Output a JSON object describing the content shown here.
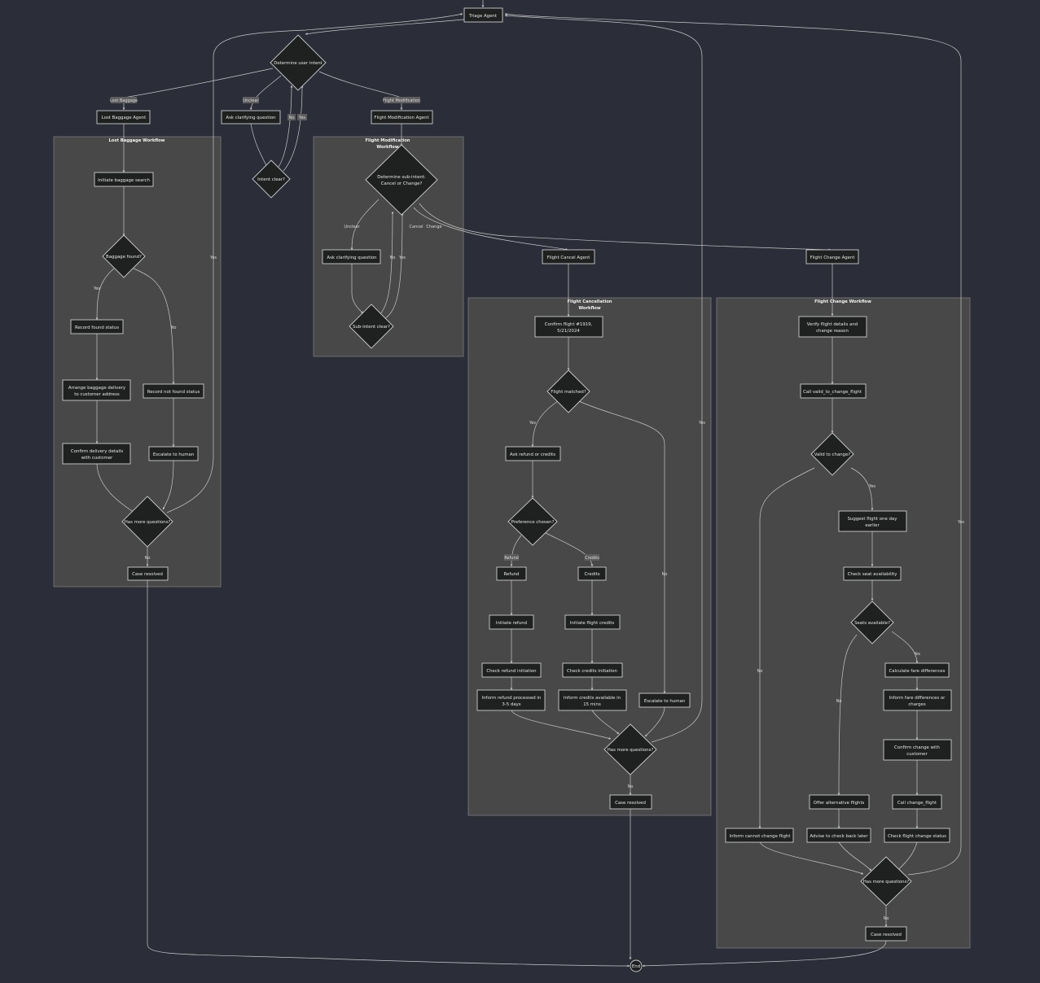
{
  "nodes": {
    "triage_agent": "Triage Agent",
    "determine_intent": "Determine user intent",
    "lost_baggage_agent": "Lost Baggage Agent",
    "ask_clarifying_1": "Ask clarifying question",
    "flight_mod_agent": "Flight Modification Agent",
    "intent_clear": "Intent clear?",
    "lb_initiate_search": "Initiate baggage search",
    "lb_found": "Baggage found?",
    "lb_record_found": "Record found status",
    "lb_record_not_found": "Record not found status",
    "lb_arrange_delivery_1": "Arrange baggage delivery",
    "lb_arrange_delivery_2": "to customer address",
    "lb_confirm_delivery_1": "Confirm delivery details",
    "lb_confirm_delivery_2": "with customer",
    "lb_escalate": "Escalate to human",
    "lb_more_questions": "Has more questions?",
    "lb_case_resolved": "Case resolved",
    "fm_determine_sub_1": "Determine sub-intent:",
    "fm_determine_sub_2": "Cancel or Change?",
    "fm_ask_clarifying": "Ask clarifying question",
    "fm_sub_clear": "Sub-intent clear?",
    "flight_cancel_agent": "Flight Cancel Agent",
    "flight_change_agent": "Flight Change Agent",
    "fc_confirm_flight_1": "Confirm flight #1919,",
    "fc_confirm_flight_2": "5/21/2024",
    "fc_flight_matched": "Flight matched?",
    "fc_ask_refund": "Ask refund or credits",
    "fc_pref_chosen": "Preference chosen?",
    "fc_refund": "Refund",
    "fc_credits": "Credits",
    "fc_initiate_refund": "Initiate refund",
    "fc_initiate_credits": "Initiate flight credits",
    "fc_check_refund": "Check refund initiation",
    "fc_check_credits": "Check credits initiation",
    "fc_inform_refund_1": "Inform refund processed in",
    "fc_inform_refund_2": "3-5 days",
    "fc_inform_credits_1": "Inform credits available in",
    "fc_inform_credits_2": "15 mins",
    "fc_escalate": "Escalate to human",
    "fc_more_questions": "Has more questions?",
    "fc_case_resolved": "Case resolved",
    "fch_verify_1": "Verify flight details and",
    "fch_verify_2": "change reason",
    "fch_call_valid": "Call valid_to_change_flight",
    "fch_valid": "Valid to change?",
    "fch_suggest_1": "Suggest flight one day",
    "fch_suggest_2": "earlier",
    "fch_check_seat": "Check seat availability",
    "fch_seats": "Seats available?",
    "fch_calc_fare": "Calculate fare differences",
    "fch_inform_fare_1": "Inform fare differences or",
    "fch_inform_fare_2": "charges",
    "fch_confirm_change_1": "Confirm change with",
    "fch_confirm_change_2": "customer",
    "fch_offer_alt": "Offer alternative flights",
    "fch_call_change": "Call change_flight",
    "fch_inform_cannot": "Inform cannot change flight",
    "fch_advise_later": "Advise to check back later",
    "fch_check_status": "Check flight change status",
    "fch_more_questions": "Has more questions?",
    "fch_case_resolved": "Case resolved",
    "end": "End"
  },
  "groups": {
    "lost_baggage": "Lost Baggage Workflow",
    "flight_mod_1": "Flight Modification",
    "flight_mod_2": "Workflow",
    "flight_cancel_1": "Flight Cancellation",
    "flight_cancel_2": "Workflow",
    "flight_change": "Flight Change Workflow"
  },
  "edge_labels": {
    "lost_baggage": "Lost Baggage",
    "unclear": "Unclear",
    "flight_modification": "Flight Modification",
    "no": "No",
    "yes": "Yes",
    "cancel": "Cancel",
    "change": "Change",
    "refund": "Refund",
    "credits": "Credits"
  }
}
